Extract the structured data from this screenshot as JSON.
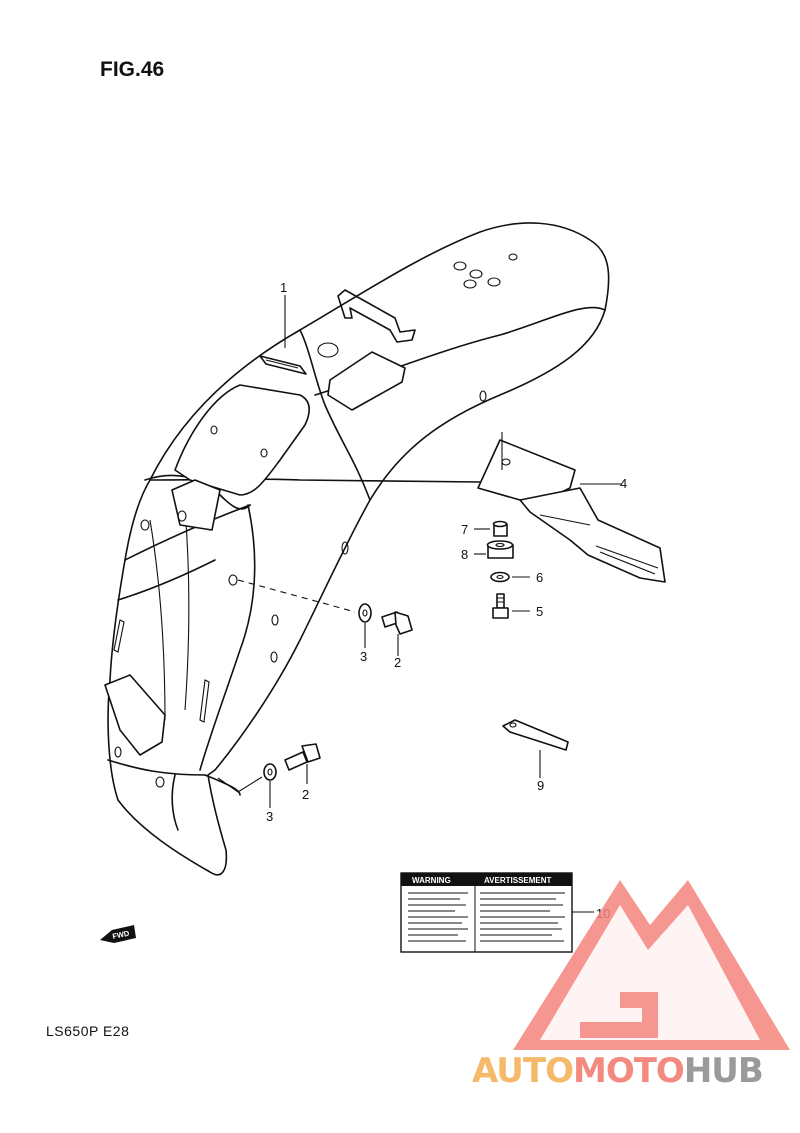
{
  "figure": {
    "title": "FIG.46",
    "model_code": "LS650P  E28"
  },
  "callouts": {
    "c1": "1",
    "c2a": "2",
    "c2b": "2",
    "c3a": "3",
    "c3b": "3",
    "c4": "4",
    "c5": "5",
    "c6": "6",
    "c7": "7",
    "c8": "8",
    "c9": "9",
    "c10": "10"
  },
  "direction_badge": "FWD",
  "warning_label": {
    "left_heading": "WARNING",
    "right_heading": "AVERTISSEMENT"
  },
  "watermark": {
    "part1": "AUTO",
    "part2": "MOTO",
    "part3": "HUB",
    "colors": {
      "part1": "#f5b969",
      "part2": "#f28a80",
      "part3": "#9a9a9a",
      "logo": "#f26a5e"
    }
  }
}
